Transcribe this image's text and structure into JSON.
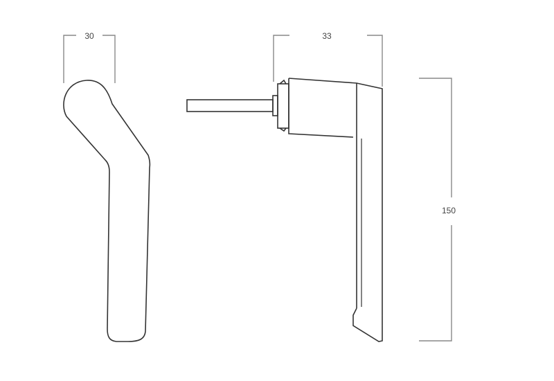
{
  "dimensions": {
    "width_side": "30",
    "depth": "33",
    "height": "150"
  }
}
